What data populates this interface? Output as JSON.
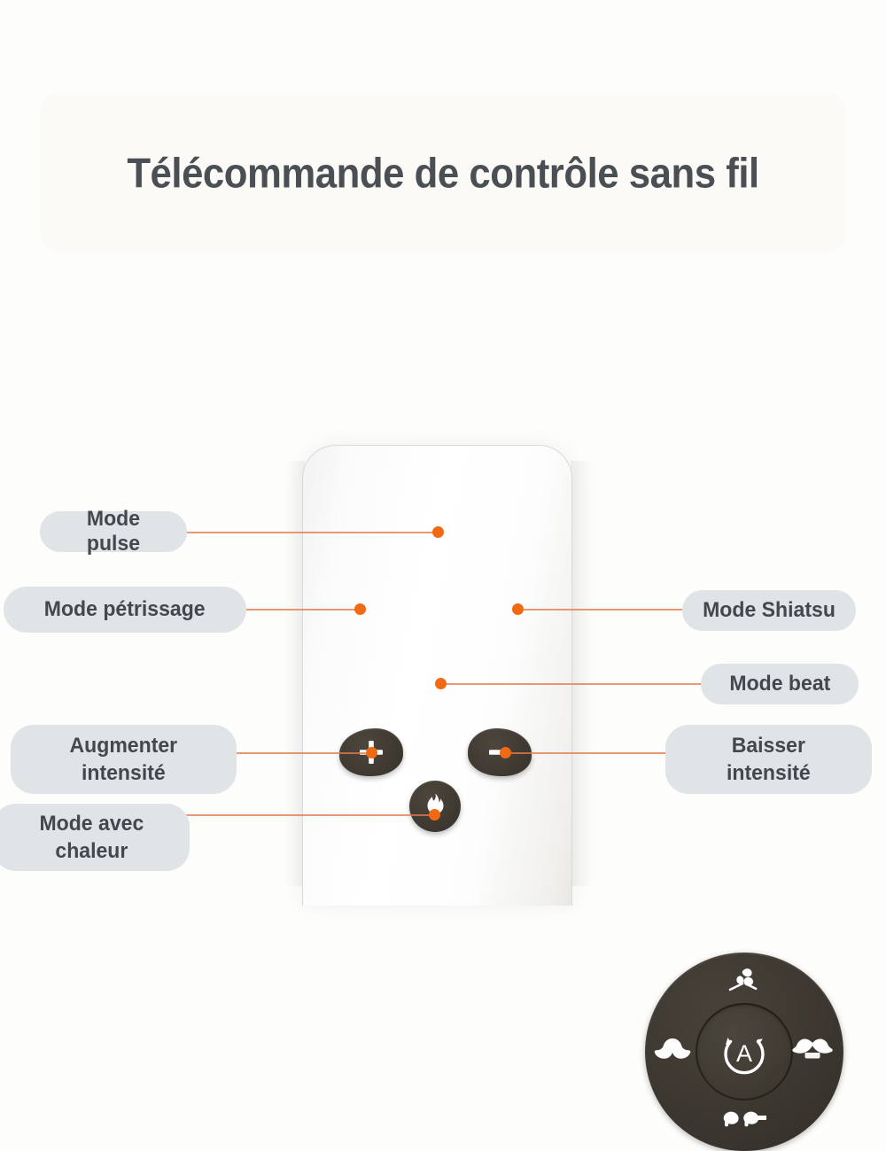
{
  "header": {
    "title": "Télécommande de contrôle sans fil"
  },
  "colors": {
    "page_background": "#fdfdfc",
    "title_card_background": "#fbfaf7",
    "title_text": "#4a4f54",
    "label_pill_background": "#e0e4e6",
    "label_text": "#42484e",
    "leader_line": "#e07c4f",
    "leader_dot": "#f06a14",
    "button_dark": "#3c3730",
    "remote_body": "#ffffff"
  },
  "device": {
    "name": "wireless-remote-control",
    "center_button": {
      "name": "auto-mode-button",
      "icon": "auto-circle-arrow-a-icon",
      "glyph_letter": "A"
    },
    "pad_buttons": [
      {
        "name": "pulse-mode-button",
        "icon": "pulse-hand-icon",
        "position": "top"
      },
      {
        "name": "kneading-mode-button",
        "icon": "kneading-hands-icon",
        "position": "left"
      },
      {
        "name": "shiatsu-mode-button",
        "icon": "shiatsu-hands-icon",
        "position": "right"
      },
      {
        "name": "beat-mode-button",
        "icon": "beat-fists-icon",
        "position": "bottom"
      }
    ],
    "lower_buttons": [
      {
        "name": "increase-intensity-button",
        "icon": "plus-icon",
        "glyph": "+"
      },
      {
        "name": "decrease-intensity-button",
        "icon": "minus-icon",
        "glyph": "−"
      },
      {
        "name": "heat-mode-button",
        "icon": "flame-icon",
        "glyph": ""
      }
    ]
  },
  "callouts": [
    {
      "id": "pulse",
      "label": "Mode pulse",
      "lines": [
        "Mode pulse"
      ],
      "side": "left",
      "target": "pulse-mode-button"
    },
    {
      "id": "petrissage",
      "label": "Mode pétrissage",
      "lines": [
        "Mode pétrissage"
      ],
      "side": "left",
      "target": "kneading-mode-button"
    },
    {
      "id": "shiatsu",
      "label": "Mode Shiatsu",
      "lines": [
        "Mode Shiatsu"
      ],
      "side": "right",
      "target": "shiatsu-mode-button"
    },
    {
      "id": "beat",
      "label": "Mode beat",
      "lines": [
        "Mode beat"
      ],
      "side": "right",
      "target": "beat-mode-button"
    },
    {
      "id": "augmenter",
      "label": "Augmenter intensité",
      "lines": [
        "Augmenter",
        "intensité"
      ],
      "side": "left",
      "target": "increase-intensity-button"
    },
    {
      "id": "baisser",
      "label": "Baisser intensité",
      "lines": [
        "Baisser",
        "intensité"
      ],
      "side": "right",
      "target": "decrease-intensity-button"
    },
    {
      "id": "chaleur",
      "label": "Mode avec chaleur",
      "lines": [
        "Mode avec",
        "chaleur"
      ],
      "side": "left",
      "target": "heat-mode-button"
    }
  ]
}
